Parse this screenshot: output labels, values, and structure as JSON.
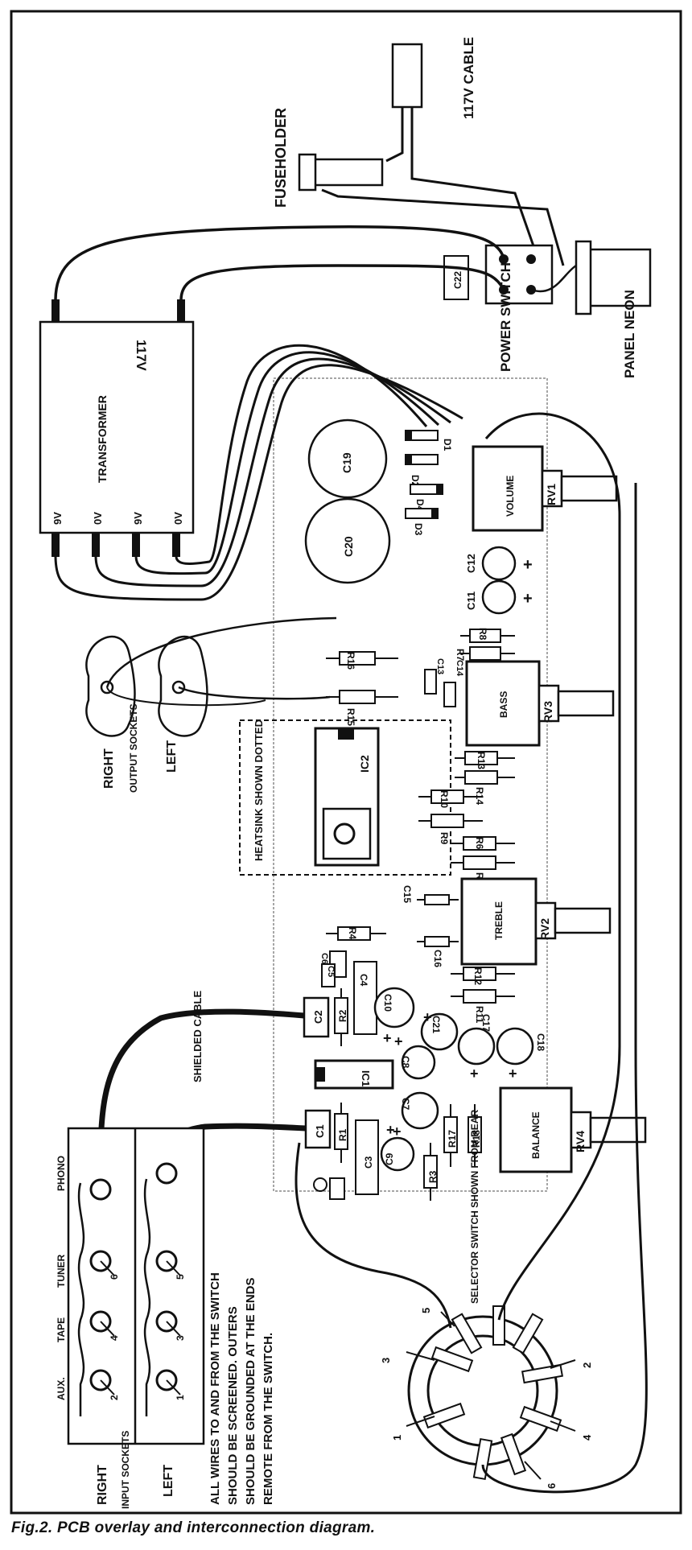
{
  "caption": "Fig.2. PCB overlay and interconnection diagram.",
  "labels": {
    "fuseholder": "FUSEHOLDER",
    "cable_117v": "117V CABLE",
    "c22": "C22",
    "power_switch": "POWER SWITCH",
    "panel_neon": "PANEL NEON",
    "transformer": "TRANSFORMER",
    "transformer_rating": "117V",
    "t_9v_a": "9V",
    "t_0v_a": "0V",
    "t_9v_b": "9V",
    "t_0v_b": "0V",
    "right_out": "RIGHT",
    "output_sockets": "OUTPUT SOCKETS",
    "left_out": "LEFT",
    "heatsink": "HEATSINK SHOWN DOTTED",
    "ic2": "IC2",
    "ic1": "IC1",
    "volume": "VOLUME",
    "bass": "BASS",
    "treble": "TREBLE",
    "balance": "BALANCE",
    "rv1": "RV1",
    "rv2": "RV2",
    "rv3": "RV3",
    "rv4": "RV4",
    "c19": "C19",
    "c20": "C20",
    "d1": "D1",
    "d2": "D2",
    "d3": "D3",
    "d4": "D4",
    "c11": "C11",
    "c12": "C12",
    "r7": "R7",
    "r8": "R8",
    "r15": "R15",
    "r16": "R16",
    "c13": "C13",
    "c14": "C14",
    "r13": "R13",
    "r14": "R14",
    "r10": "R10",
    "r9": "R9",
    "r6": "R6",
    "r5": "R5",
    "c15": "C15",
    "c16": "C16",
    "r12": "R12",
    "r11": "R11",
    "r4": "R4",
    "c6": "C6",
    "c5": "C5",
    "c4": "C4",
    "c2": "C2",
    "r2": "R2",
    "c10": "C10",
    "c21": "C21",
    "c17": "C17",
    "c18": "C18",
    "c8": "C8",
    "c7": "C7",
    "c1": "C1",
    "r1": "R1",
    "c3": "C3",
    "c9": "C9",
    "r3": "R3",
    "r17": "R17",
    "r18": "R18",
    "shielded_cable": "SHIELDED CABLE",
    "selector_switch": "SELECTOR SWITCH SHOWN FROM REAR",
    "aux": "AUX.",
    "tape": "TAPE",
    "tuner": "TUNER",
    "phono": "PHONO",
    "right_in": "RIGHT",
    "input_sockets": "INPUT SOCKETS",
    "left_in": "LEFT",
    "note_line1": "ALL WIRES TO AND FROM THE SWITCH",
    "note_line2": "SHOULD BE SCREENED. OUTERS",
    "note_line3": "SHOULD BE GROUNDED AT THE ENDS",
    "note_line4": "REMOTE FROM THE SWITCH.",
    "pin_1": "1",
    "pin_2": "2",
    "pin_3": "3",
    "pin_4": "4",
    "pin_5": "5",
    "pin_6": "6",
    "sw_1": "1",
    "sw_2": "2",
    "sw_3": "3",
    "sw_4": "4",
    "sw_5": "5",
    "sw_6": "6",
    "plus": "+"
  }
}
